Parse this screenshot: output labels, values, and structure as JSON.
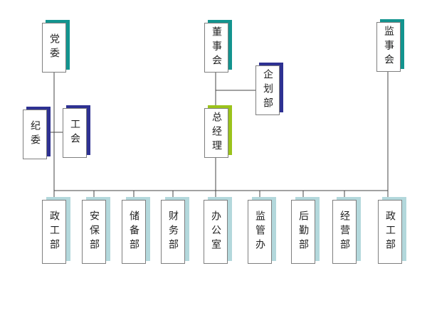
{
  "colors": {
    "line": "#444444",
    "teal": "#13948f",
    "navy": "#2e3192",
    "lime": "#9bc31b",
    "light": "#b3d8dc"
  },
  "nodes": [
    {
      "id": "dangwei",
      "label": "党委",
      "accent": "teal"
    },
    {
      "id": "dongshihui",
      "label": "董事会",
      "accent": "teal"
    },
    {
      "id": "jianshihui",
      "label": "监事会",
      "accent": "teal"
    },
    {
      "id": "qihuabu",
      "label": "企划部",
      "accent": "navy"
    },
    {
      "id": "jiwei",
      "label": "纪委",
      "accent": "navy"
    },
    {
      "id": "gonghui",
      "label": "工会",
      "accent": "navy"
    },
    {
      "id": "zongjingli",
      "label": "总经理",
      "accent": "lime"
    },
    {
      "id": "zhenggongbu-1",
      "label": "政工部",
      "accent": "light"
    },
    {
      "id": "anbaobu",
      "label": "安保部",
      "accent": "light"
    },
    {
      "id": "chubeibu",
      "label": "储备部",
      "accent": "light"
    },
    {
      "id": "caiwubu",
      "label": "财务部",
      "accent": "light"
    },
    {
      "id": "bangongshi",
      "label": "办公室",
      "accent": "light"
    },
    {
      "id": "jianguanban",
      "label": "监管办",
      "accent": "light"
    },
    {
      "id": "houqinbu",
      "label": "后勤部",
      "accent": "light"
    },
    {
      "id": "jingyingbu",
      "label": "经营部",
      "accent": "light"
    },
    {
      "id": "zhenggongbu-2",
      "label": "政工部",
      "accent": "light"
    }
  ]
}
